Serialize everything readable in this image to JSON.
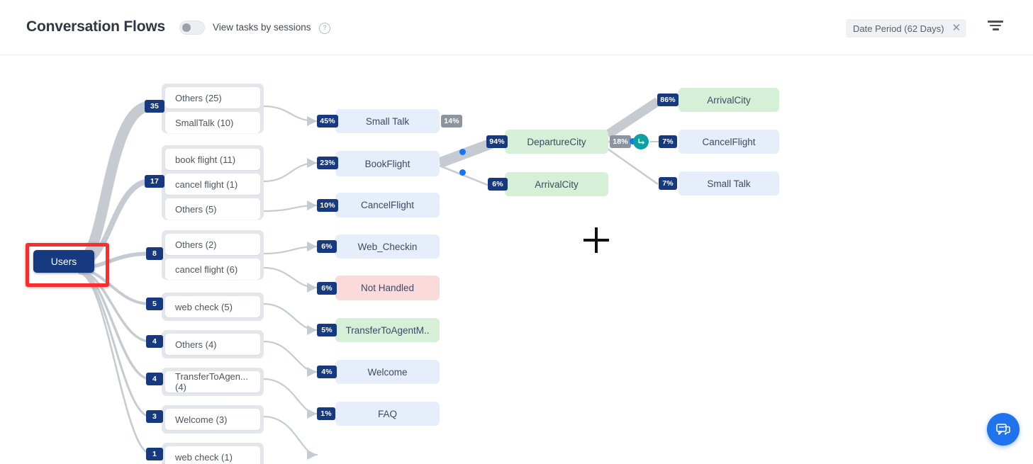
{
  "header": {
    "title": "Conversation Flows",
    "toggle_label": "View tasks by sessions",
    "help_icon": "question-circle-icon",
    "date_chip": {
      "label": "Date Period (62 Days)",
      "clear": "✕"
    },
    "filter_icon": "filter-icon"
  },
  "root": {
    "label": "Users"
  },
  "groups": [
    {
      "count": "35",
      "rows": [
        "Others (25)",
        "SmallTalk (10)"
      ]
    },
    {
      "count": "17",
      "rows": [
        "book flight (11)",
        "cancel flight (1)",
        "Others (5)"
      ]
    },
    {
      "count": "8",
      "rows": [
        "Others (2)",
        "cancel flight (6)"
      ]
    },
    {
      "count": "5",
      "rows": [
        "web check (5)"
      ]
    },
    {
      "count": "4",
      "rows": [
        "Others (4)"
      ]
    },
    {
      "count": "4",
      "rows": [
        "TransferToAgen... (4)"
      ]
    },
    {
      "count": "3",
      "rows": [
        "Welcome (3)"
      ]
    },
    {
      "count": "1",
      "rows": [
        "web check (1)"
      ]
    }
  ],
  "intents": [
    {
      "label": "Small Talk",
      "pct": "45%",
      "kind": "blue"
    },
    {
      "label": "BookFlight",
      "pct": "23%",
      "kind": "blue"
    },
    {
      "label": "CancelFlight",
      "pct": "10%",
      "kind": "blue"
    },
    {
      "label": "Web_Checkin",
      "pct": "6%",
      "kind": "blue"
    },
    {
      "label": "Not Handled",
      "pct": "6%",
      "kind": "red"
    },
    {
      "label": "TransferToAgentM..",
      "pct": "5%",
      "kind": "green"
    },
    {
      "label": "Welcome",
      "pct": "4%",
      "kind": "blue"
    },
    {
      "label": "FAQ",
      "pct": "1%",
      "kind": "blue"
    }
  ],
  "stage3": [
    {
      "label": "DepartureCity",
      "pct": "94%",
      "kind": "green"
    },
    {
      "label": "ArrivalCity",
      "pct": "6%",
      "kind": "green"
    }
  ],
  "stage4": [
    {
      "label": "ArrivalCity",
      "pct": "86%",
      "kind": "green"
    },
    {
      "label": "CancelFlight",
      "pct": "7%",
      "kind": "blue"
    },
    {
      "label": "Small Talk",
      "pct": "7%",
      "kind": "blue"
    }
  ],
  "out_badges": {
    "small_talk_out": "14%",
    "departure_out": "18%"
  },
  "loop_icon": "loop-arrow-icon",
  "crosshair": "crosshair-cursor-icon",
  "fab": {
    "icon": "chat-bubbles-icon"
  },
  "colors": {
    "navy": "#17397f",
    "gray_badge": "#8c949d",
    "blue_node": "#e6eefb",
    "green_node": "#d6f0d7",
    "red_node": "#fbdada",
    "selection": "#fb2c2c",
    "teal": "#0aa2a2",
    "dot": "#1476f2",
    "fab": "#1f73ec"
  }
}
